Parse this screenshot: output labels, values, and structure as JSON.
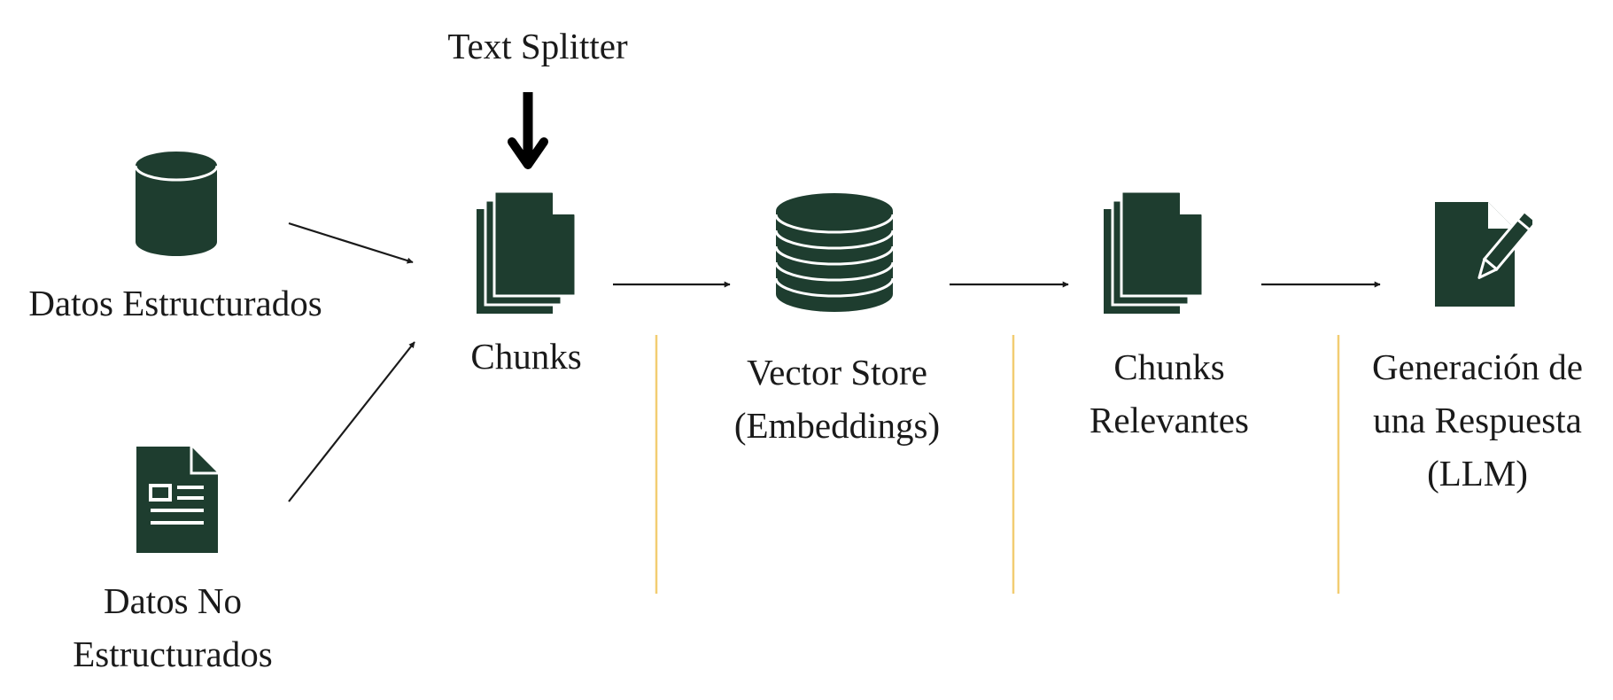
{
  "colors": {
    "icon": "#1e3d2f",
    "arrow": "#1a1a1a",
    "divider": "#f2cd72",
    "text": "#1a1a1a"
  },
  "labels": {
    "text_splitter": "Text Splitter",
    "structured_data": "Datos Estructurados",
    "unstructured_data": [
      "Datos No",
      "Estructurados"
    ],
    "chunks": "Chunks",
    "vector_store": [
      "Vector Store",
      "(Embeddings)"
    ],
    "relevant_chunks": [
      "Chunks",
      "Relevantes"
    ],
    "response_generation": [
      "Generación de",
      "una Respuesta",
      "(LLM)"
    ]
  },
  "icons": {
    "structured_data": "database-cylinder-icon",
    "unstructured_data": "text-document-icon",
    "chunks": "document-stack-icon",
    "vector_store": "database-stack-icon",
    "relevant_chunks": "document-stack-icon",
    "response_generation": "document-edit-icon"
  }
}
